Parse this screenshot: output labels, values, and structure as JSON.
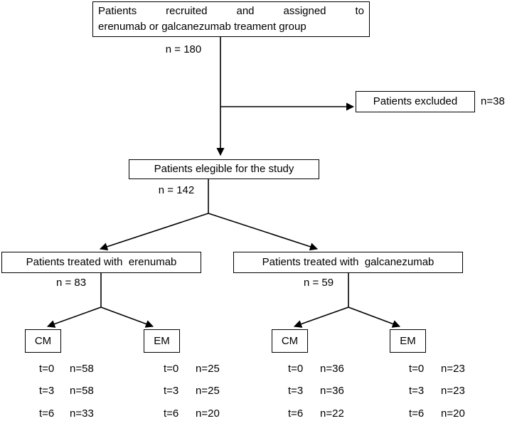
{
  "diagram": {
    "title": "Patient recruitment and treatment flow diagram",
    "stroke_color": "#000000",
    "background_color": "#ffffff",
    "nodes": {
      "recruited": {
        "line1": "Patients   recruited   and   assigned   to",
        "line2": "erenumab or galcanezumab treament group",
        "count": "n = 180"
      },
      "excluded": {
        "label": "Patients excluded",
        "count": "n=38"
      },
      "eligible": {
        "label": "Patients elegible for the study",
        "count": "n = 142"
      },
      "erenumab": {
        "label": "Patients treated with  erenumab",
        "count": "n = 83"
      },
      "galcanezumab": {
        "label": "Patients treated with  galcanezumab",
        "count": "n = 59"
      },
      "erenumab_cm": {
        "label": "CM"
      },
      "erenumab_em": {
        "label": "EM"
      },
      "galcanezumab_cm": {
        "label": "CM"
      },
      "galcanezumab_em": {
        "label": "EM"
      }
    },
    "timepoint_tables": {
      "erenumab_cm": [
        {
          "time": "t=0",
          "count": "n=58"
        },
        {
          "time": "t=3",
          "count": "n=58"
        },
        {
          "time": "t=6",
          "count": "n=33"
        }
      ],
      "erenumab_em": [
        {
          "time": "t=0",
          "count": "n=25"
        },
        {
          "time": "t=3",
          "count": "n=25"
        },
        {
          "time": "t=6",
          "count": "n=20"
        }
      ],
      "galcanezumab_cm": [
        {
          "time": "t=0",
          "count": "n=36"
        },
        {
          "time": "t=3",
          "count": "n=36"
        },
        {
          "time": "t=6",
          "count": "n=22"
        }
      ],
      "galcanezumab_em": [
        {
          "time": "t=0",
          "count": "n=23"
        },
        {
          "time": "t=3",
          "count": "n=23"
        },
        {
          "time": "t=6",
          "count": "n=20"
        }
      ]
    }
  }
}
